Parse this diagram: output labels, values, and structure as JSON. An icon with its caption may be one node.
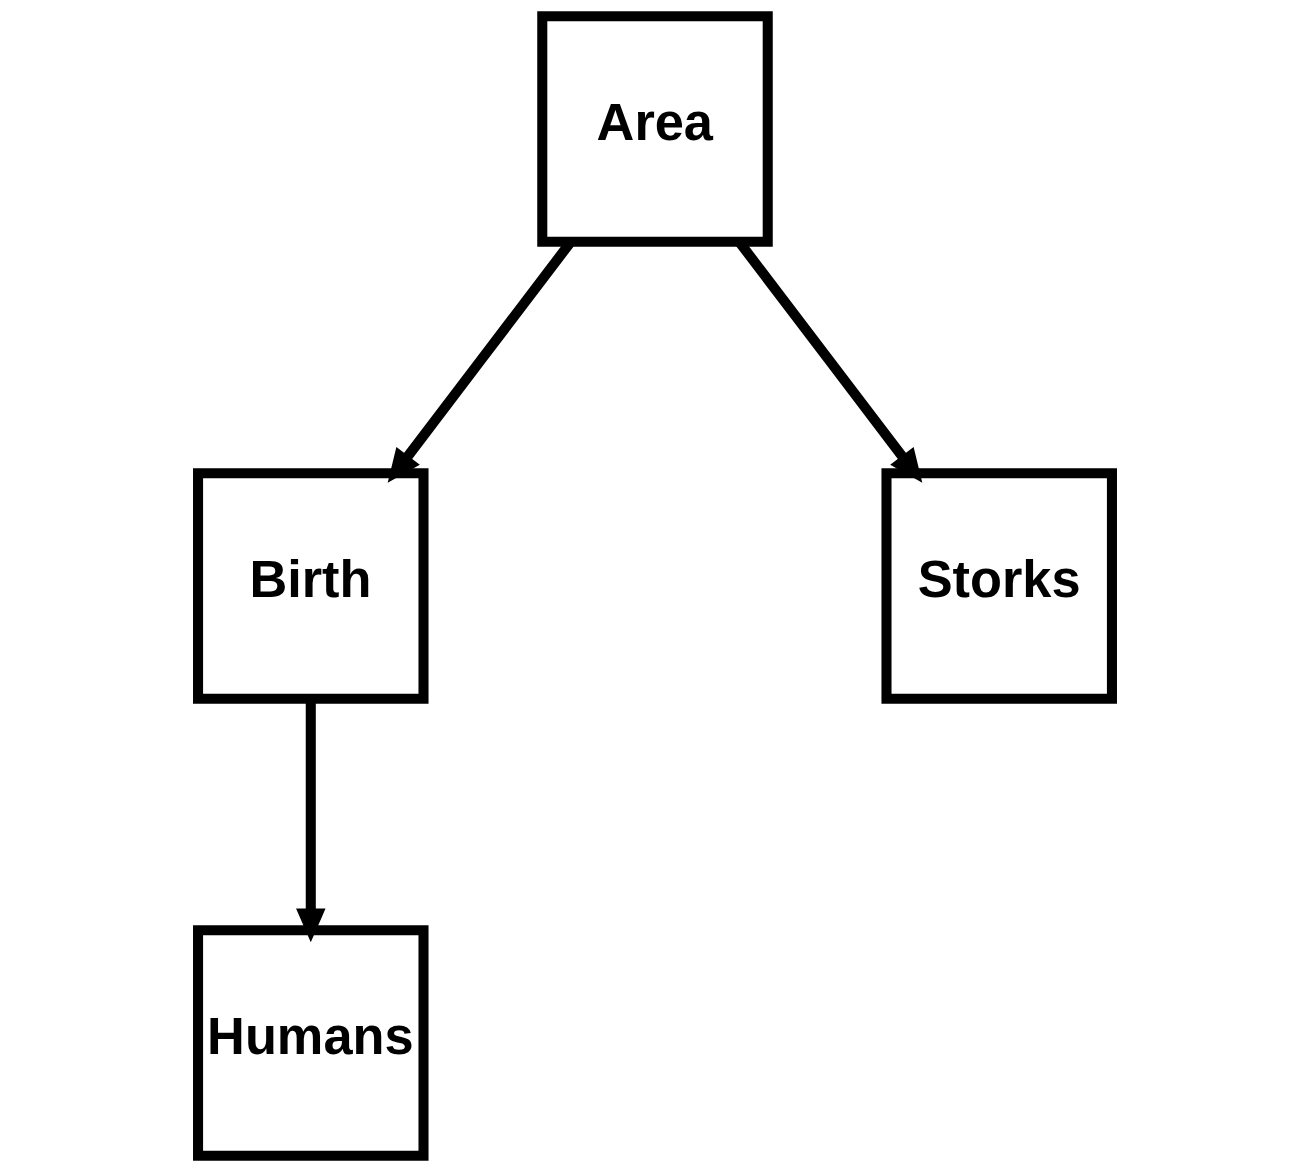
{
  "diagram": {
    "nodes": [
      {
        "text": [
          "Area"
        ]
      },
      {
        "text": [
          "Birth"
        ]
      },
      {
        "text": [
          "Storks"
        ]
      },
      {
        "text": [
          "Humans"
        ]
      }
    ],
    "edges": [
      {
        "from": 0,
        "to": 1,
        "arrow": "to"
      },
      {
        "from": 0,
        "to": 2,
        "arrow": "to"
      },
      {
        "from": 1,
        "to": 3,
        "arrow": "to"
      }
    ]
  }
}
